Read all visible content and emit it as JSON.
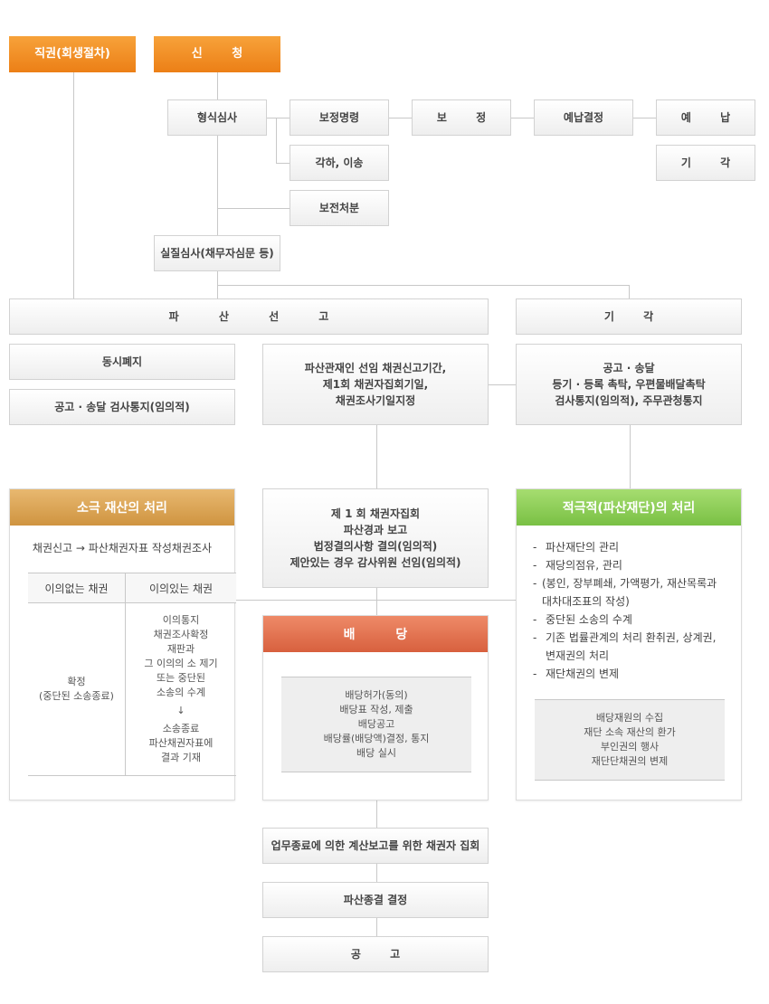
{
  "top": {
    "ex_officio": "직권(회생절차)",
    "application": "신 청"
  },
  "review": {
    "formal": "형식심사",
    "correction_order": "보정명령",
    "correction": "보 정",
    "prepay_decision": "예납결정",
    "prepay": "예 납",
    "dismiss_right": "기 각",
    "reject_transfer": "각하, 이송",
    "preservation": "보전처분",
    "substantive": "실질심사(채무자심문 등)"
  },
  "declaration": "파 산 선 고",
  "dismissal": "기 각",
  "simultaneous": {
    "title": "동시폐지",
    "notice": "공고 · 송달 검사통지(임의적)"
  },
  "trustee_box": [
    "파산관재인 선임 채권신고기간,",
    "제1회 채권자집회기일,",
    "채권조사기일지정"
  ],
  "notice_box": [
    "공고 · 송달",
    "등기 · 등록 촉탁, 우편물배달촉탁",
    "검사통지(임의적), 주무관청통지"
  ],
  "passive": {
    "title": "소극 재산의 처리",
    "subtitle": "채권신고 → 파산채권자표 작성채권조사",
    "col1": "이의없는 채권",
    "col2": "이의있는 채권",
    "no_obj": [
      "확정",
      "(중단된 소송종료)"
    ],
    "obj": [
      "이의통지",
      "채권조사확정",
      "재판과",
      "그 이의의 소 제기",
      "또는 중단된",
      "소송의 수계",
      "↓",
      "소송종료",
      "파산채권자표에",
      "결과 기재"
    ]
  },
  "meeting": [
    "제 1 회 채권자집회",
    "파산경과 보고",
    "법정결의사항 결의(임의적)",
    "제안있는 경우 감사위원 선임(임의적)"
  ],
  "distribution": {
    "title": "배 당",
    "items": [
      "배당허가(동의)",
      "배당표 작성, 제출",
      "배당공고",
      "배당률(배당액)결정, 통지",
      "배당 실시"
    ]
  },
  "active": {
    "title": "적극적(파산재단)의 처리",
    "items": [
      "파산재단의 관리",
      "재당의점유, 관리",
      "(봉인, 장부폐쇄, 가액평가, 재산목록과 대차대조표의 작성)",
      "중단된 소송의 수계",
      "기존 법률관계의 처리 환취권, 상계권, 변재권의 처리",
      "재단채권의 변제"
    ],
    "box": [
      "배당재원의 수집",
      "재단 소속 재산의 환가",
      "부인권의 행사",
      "재단단채권의 변제"
    ]
  },
  "final": {
    "meeting": "업무종료에 의한 계산보고를 위한 채권자 집회",
    "decision": "파산종결 결정",
    "notice": "공 고"
  }
}
